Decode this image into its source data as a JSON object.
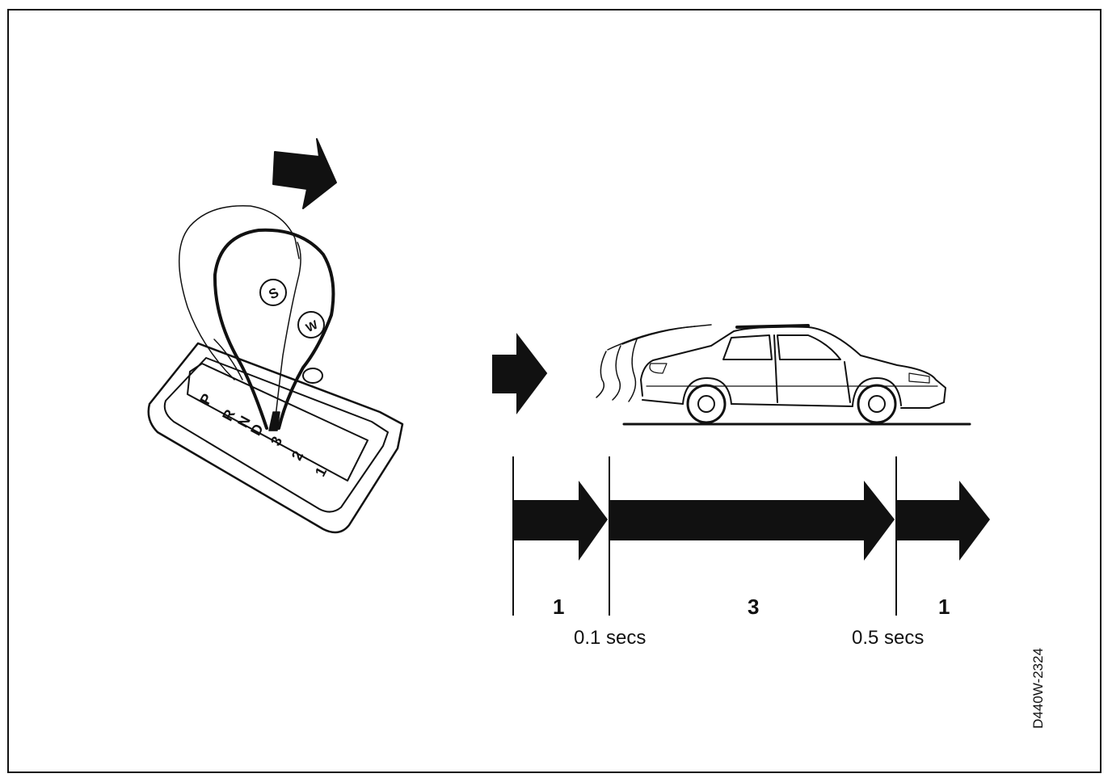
{
  "selector": {
    "positions": [
      "P",
      "R",
      "N",
      "D",
      "3",
      "2",
      "1"
    ],
    "button_labels": [
      "S",
      "W"
    ]
  },
  "timeline": {
    "segments": [
      {
        "gear": "1"
      },
      {
        "gear": "3"
      },
      {
        "gear": "1"
      }
    ],
    "times": [
      "0.1 secs",
      "0.5 secs"
    ]
  },
  "figure_code": "D440W-2324"
}
